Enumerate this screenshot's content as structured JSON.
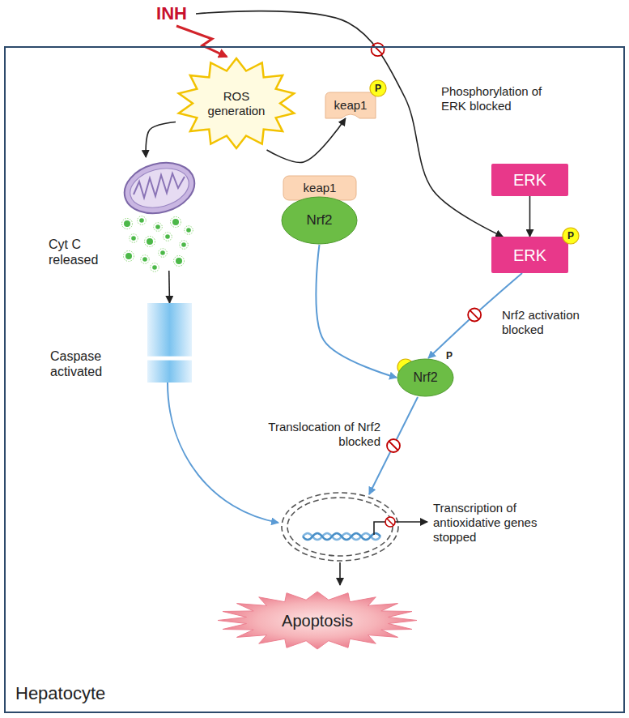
{
  "diagram": {
    "nodes": [
      {
        "text": [
          "Hepatocyte"
        ]
      },
      {
        "text": [
          "INH"
        ]
      },
      {
        "text": [
          "ROS generation"
        ],
        "in": 0
      },
      {
        "text": [
          "keap1"
        ],
        "in": 0
      },
      {
        "text": [
          "P"
        ],
        "in": 3
      },
      {
        "text": [
          "Cyt C released"
        ],
        "in": 0
      },
      {
        "text": [
          "keap1"
        ],
        "in": 0
      },
      {
        "text": [
          "Nrf2"
        ],
        "in": 0
      },
      {
        "text": [
          "ERK"
        ],
        "in": 0
      },
      {
        "text": [
          "ERK"
        ],
        "in": 0
      },
      {
        "text": [
          "P"
        ],
        "in": 9
      },
      {
        "text": [
          "Nrf2"
        ],
        "in": 0
      },
      {
        "text": [
          "P"
        ],
        "in": 11
      },
      {
        "text": [
          "Caspase activated"
        ],
        "in": 0
      },
      {
        "text": [
          "Apoptosis"
        ],
        "in": 0
      }
    ],
    "edges": [
      {
        "from": 1,
        "to": 2,
        "arrow": "to"
      },
      {
        "from": 1,
        "to": 9,
        "arrow": "to"
      },
      {
        "from": 2,
        "to": 5,
        "arrow": "to"
      },
      {
        "from": 2,
        "to": 3,
        "arrow": "to"
      },
      {
        "from": 5,
        "to": 13,
        "arrow": "to"
      },
      {
        "from": 8,
        "to": 9,
        "arrow": "to"
      },
      {
        "from": 7,
        "to": 11,
        "arrow": "to"
      },
      {
        "from": 9,
        "to": 11,
        "arrow": "to"
      }
    ],
    "labels": [
      "Phosphorylation of ERK blocked",
      "Nrf2 activation blocked",
      "Translocation of Nrf2 blocked",
      "Transcription of antioxidative genes stopped"
    ]
  }
}
